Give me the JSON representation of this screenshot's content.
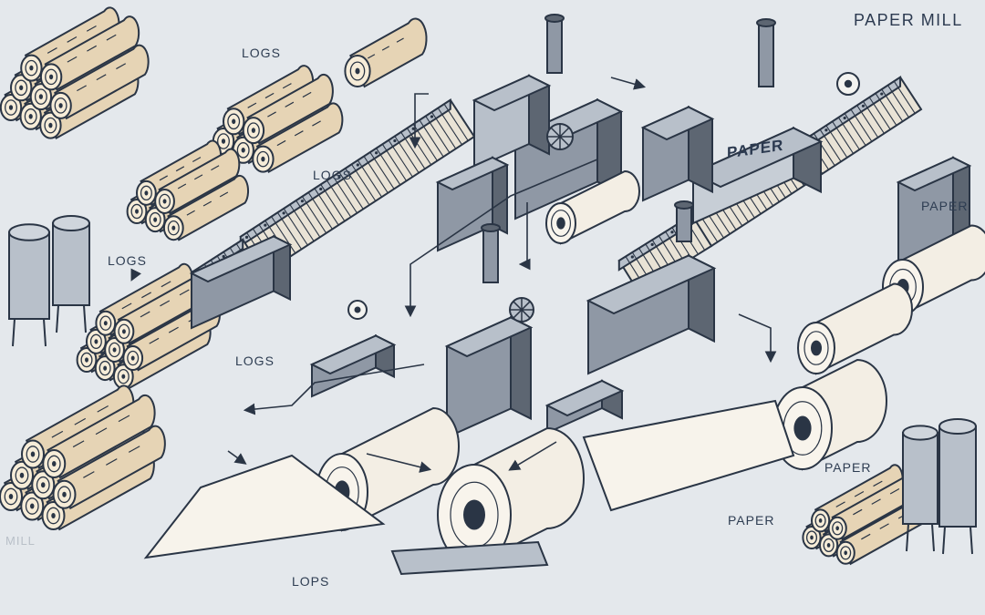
{
  "title": "PAPER MILL",
  "labels": {
    "logs_top": "LOGS",
    "logs_mid": "LOGS",
    "logs_left": "LOGS",
    "logs_center": "LOGS",
    "lops": "LOPS",
    "paper_right": "PAPER",
    "paper_lower": "PAPER",
    "paper_bottom": "PAPER",
    "mill_faint": "MILL",
    "box_stamp": "PAPER"
  },
  "colors": {
    "background": "#e4e8ec",
    "outline": "#2a3545",
    "wood": "#e6d4b5",
    "paper": "#f3eee4",
    "metal": "#8f98a5",
    "metal_light": "#b8c0ca",
    "metal_dark": "#5d6672"
  }
}
